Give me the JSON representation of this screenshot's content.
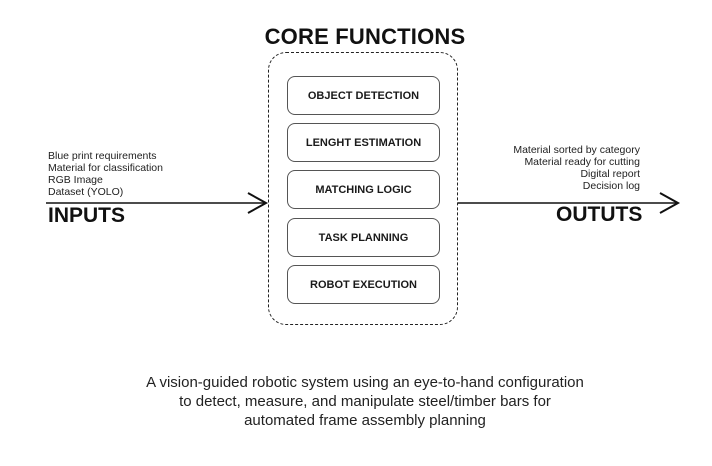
{
  "core": {
    "title": "CORE FUNCTIONS",
    "functions": [
      {
        "label": "OBJECT DETECTION"
      },
      {
        "label": "LENGHT ESTIMATION"
      },
      {
        "label": "MATCHING LOGIC"
      },
      {
        "label": "TASK PLANNING"
      },
      {
        "label": "ROBOT EXECUTION"
      }
    ]
  },
  "inputs": {
    "label": "INPUTS",
    "items": [
      "Blue print requirements",
      "Material for classification",
      "RGB Image",
      "Dataset (YOLO)"
    ]
  },
  "outputs": {
    "label": "OUTUTS",
    "items": [
      "Material sorted by category",
      "Material ready for cutting",
      "Digital report",
      "Decision log"
    ]
  },
  "caption": {
    "lines": [
      "A vision-guided robotic system using an eye-to-hand configuration",
      "to detect, measure, and manipulate steel/timber bars for",
      "automated frame assembly planning"
    ]
  }
}
